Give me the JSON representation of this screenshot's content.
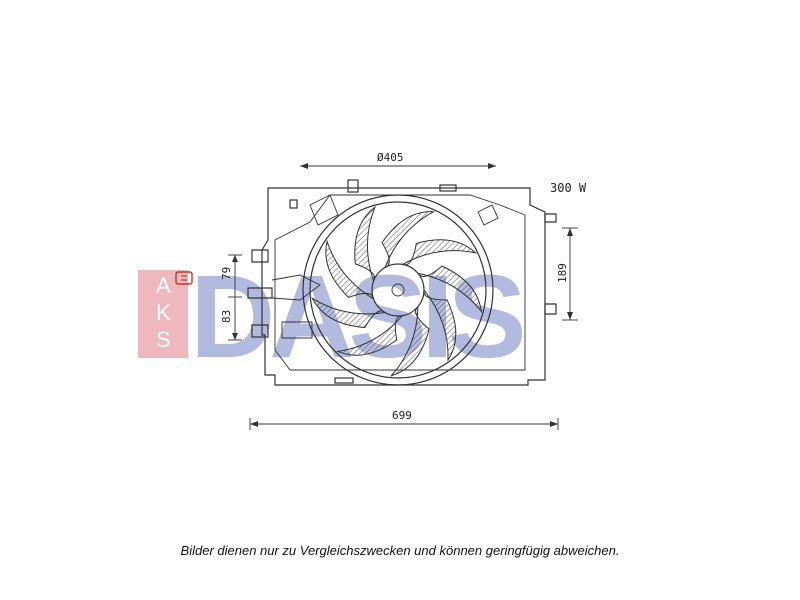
{
  "watermark": {
    "brand": "AKS DASIS",
    "side_letters": [
      "A",
      "K",
      "S"
    ],
    "wordmark": "DASIS",
    "colors": {
      "red_block": "#e8a0a8",
      "blue_text": "#9aa3d6"
    }
  },
  "dimensions": {
    "diameter": "Ø405",
    "power": "300 W",
    "width": "699",
    "height_right": "189",
    "left_upper": "79",
    "left_lower": "83"
  },
  "footer": {
    "disclaimer": "Bilder dienen nur zu Vergleichszwecken und können geringfügig abweichen."
  },
  "colors": {
    "line": "#333333",
    "hatch": "#555555",
    "connector": "#c0392b"
  }
}
